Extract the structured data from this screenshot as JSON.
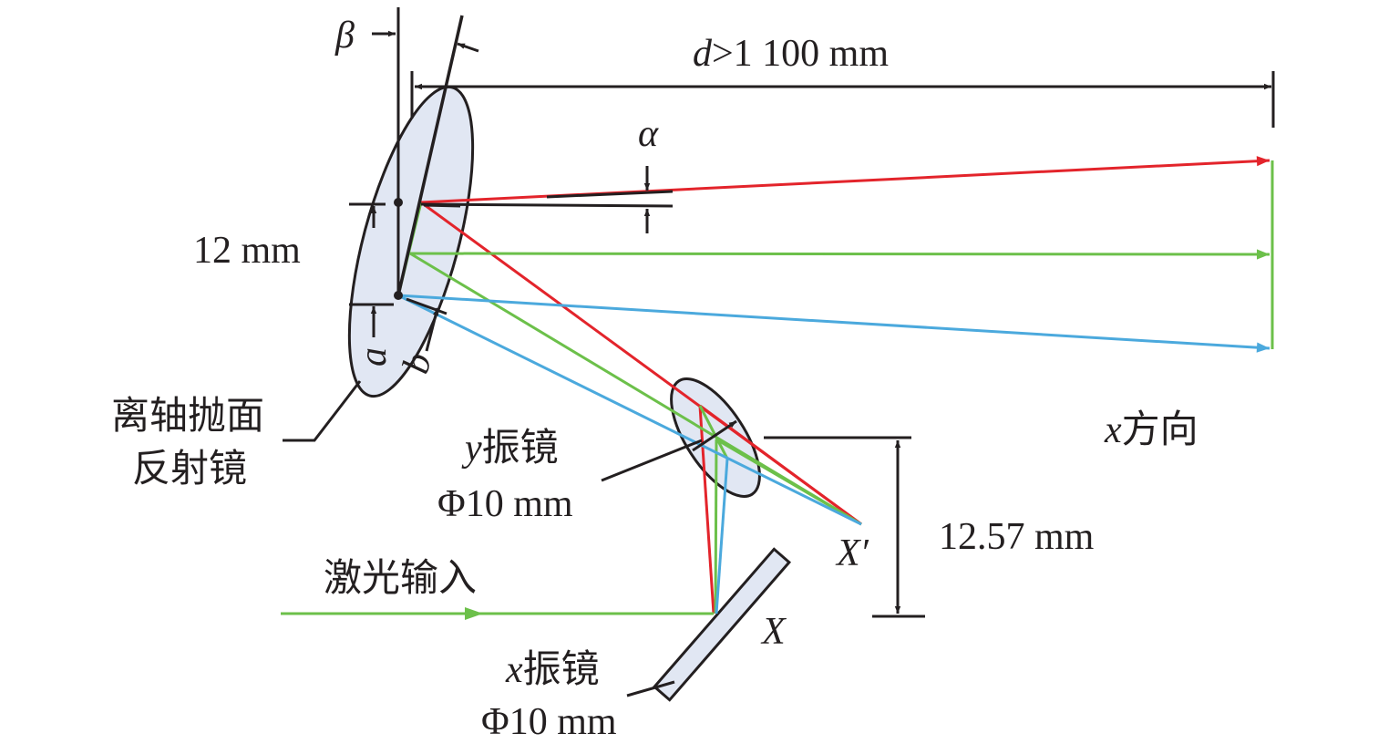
{
  "colors": {
    "red_ray": "#e3242b",
    "green_ray": "#6cc04a",
    "blue_ray": "#4ba9dd",
    "mirror_fill": "#e1e7f3",
    "ink": "#231f20"
  },
  "labels": {
    "beta": "β",
    "distance_var": "d",
    "distance_rest": ">1 100 mm",
    "alpha": "α",
    "aperture": "12 mm",
    "a": "a",
    "b": "b",
    "parabolic_line1": "离轴抛面",
    "parabolic_line2": "反射镜",
    "y_mirror_var": "y",
    "y_mirror_name": "振镜",
    "y_mirror_size": "Φ10 mm",
    "x_direction_var": "x",
    "x_direction_name": "方向",
    "offset": "12.57 mm",
    "x_prime": "X′",
    "laser_input": "激光输入",
    "x_point": "X",
    "x_mirror_var": "x",
    "x_mirror_name": "振镜",
    "x_mirror_size": "Φ10 mm"
  }
}
